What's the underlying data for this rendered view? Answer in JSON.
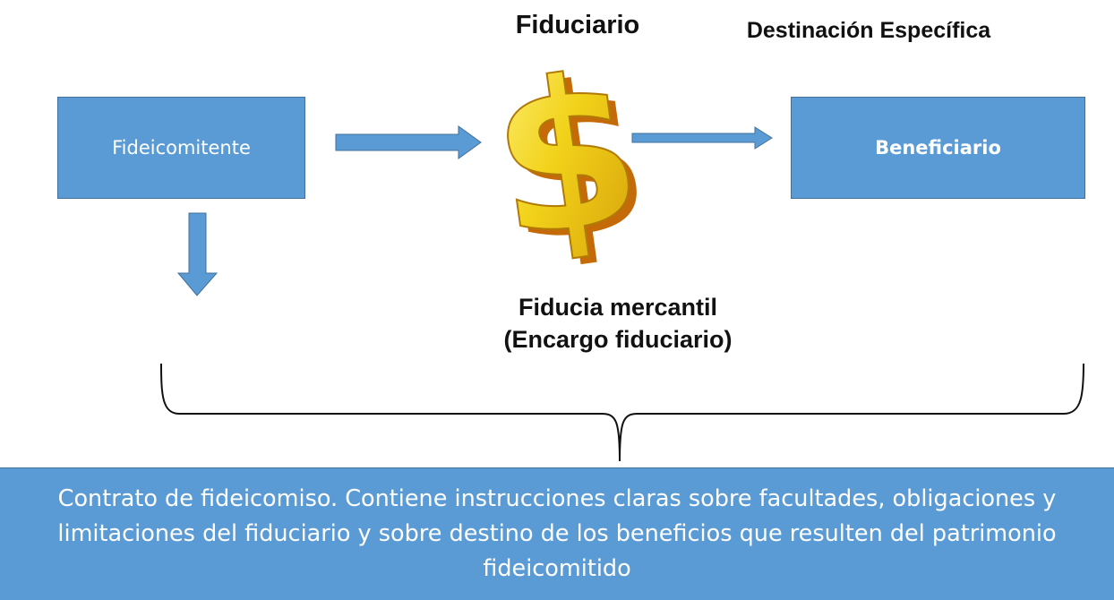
{
  "header": {
    "fiduciario": "Fiduciario",
    "destinacion": "Destinación Específica"
  },
  "nodes": {
    "fideicomitente": "Fideicomitente",
    "beneficiario": "Beneficiario"
  },
  "center": {
    "icon": "dollar-sign-icon",
    "symbol": "$",
    "caption_line1": "Fiducia mercantil",
    "caption_line2": "(Encargo fiduciario)"
  },
  "footer": {
    "text": "Contrato de fideicomiso. Contiene instrucciones claras sobre facultades, obligaciones y limitaciones del fiduciario y sobre destino de los beneficios que resulten del patrimonio fideicomitido"
  },
  "colors": {
    "box_fill": "#5b9bd5",
    "box_border": "#41719c",
    "dollar_gold": "#f2d21a",
    "dollar_shadow": "#c46a08"
  }
}
